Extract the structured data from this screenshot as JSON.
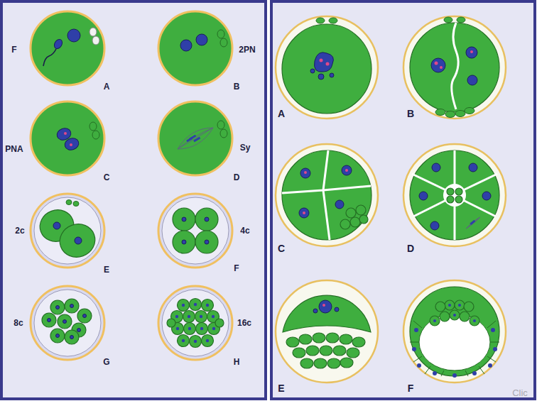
{
  "diagram": {
    "labels": [
      "F",
      "A",
      "2PN",
      "B",
      "PNA",
      "C",
      "Sy",
      "D",
      "2c",
      "E",
      "4c",
      "F",
      "8c",
      "G",
      "16c",
      "H",
      "A",
      "B",
      "C",
      "D",
      "E",
      "F",
      "Clic"
    ]
  }
}
